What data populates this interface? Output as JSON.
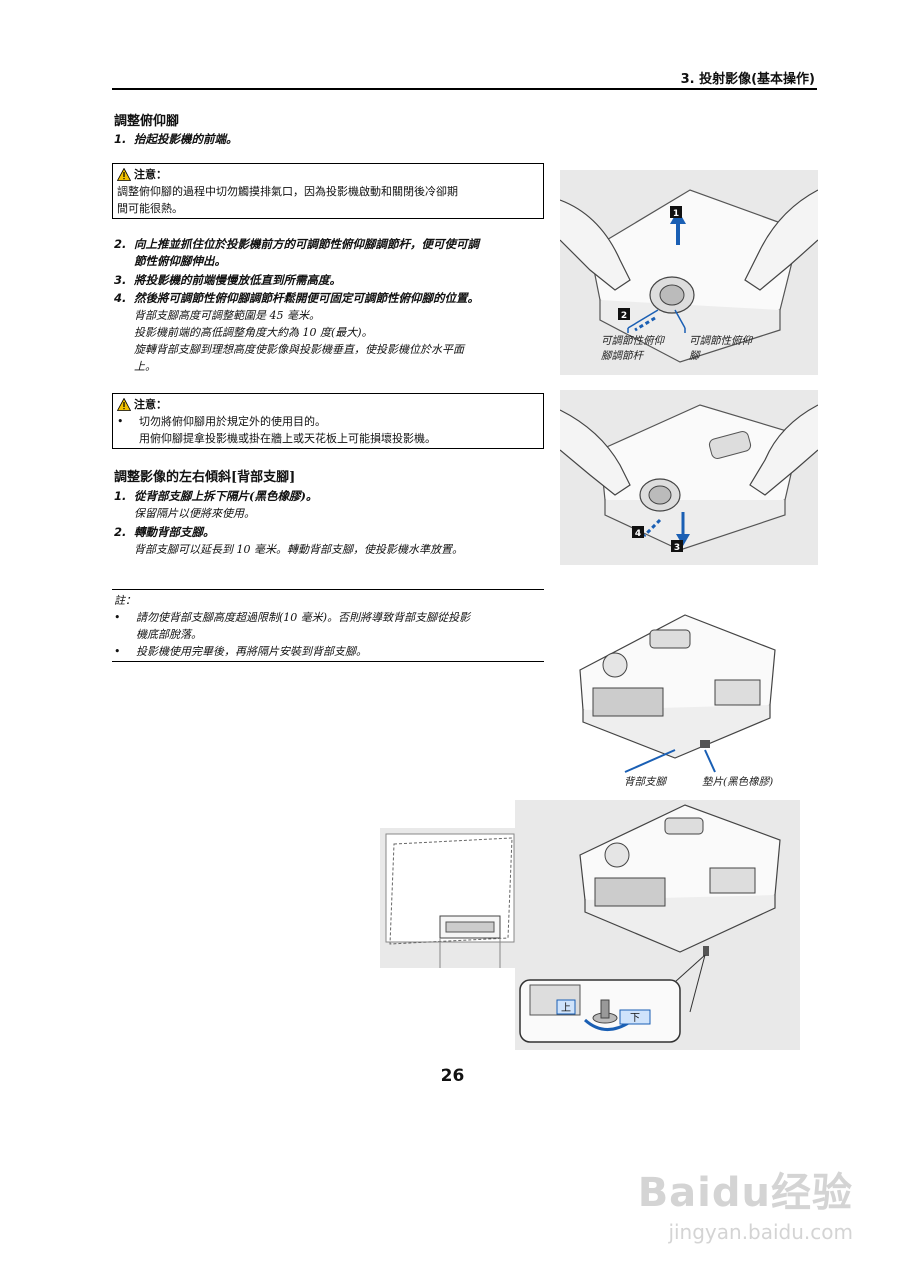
{
  "header": {
    "title": "3. 投射影像(基本操作)"
  },
  "section1": {
    "title": "調整俯仰腳",
    "step1": {
      "num": "1.",
      "text": "抬起投影機的前端。"
    },
    "caution1": {
      "label": "注意：",
      "line1": "調整俯仰腳的過程中切勿觸摸排氣口，因為投影機啟動和關閉後冷卻期",
      "line2": "間可能很熱。"
    },
    "step2": {
      "num": "2.",
      "line1": "向上推並抓住位於投影機前方的可調節性俯仰腳調節杆，便可使可調",
      "line2": "節性俯仰腳伸出。"
    },
    "step3": {
      "num": "3.",
      "text": "將投影機的前端慢慢放低直到所需高度。"
    },
    "step4": {
      "num": "4.",
      "text": "然後將可調節性俯仰腳調節杆鬆開便可固定可調節性俯仰腳的位置。"
    },
    "step4_sub": [
      "背部支腳高度可調整範圍是 45 毫米。",
      "投影機前端的高低調整角度大約為 10 度(最大)。",
      "旋轉背部支腳到理想高度使影像與投影機垂直，使投影機位於水平面",
      "上。"
    ],
    "caution2": {
      "label": "注意：",
      "bullet": "•",
      "line1": "切勿將俯仰腳用於規定外的使用目的。",
      "line2": "用俯仰腳提拿投影機或掛在牆上或天花板上可能損壞投影機。"
    }
  },
  "section2": {
    "title": "調整影像的左右傾斜[背部支腳]",
    "step1": {
      "num": "1.",
      "text": "從背部支腳上拆下隔片(黑色橡膠)。",
      "sub": "保留隔片以便將來使用。"
    },
    "step2": {
      "num": "2.",
      "text": "轉動背部支腳。",
      "sub": "背部支腳可以延長到 10 毫米。轉動背部支腳，使投影機水準放置。"
    }
  },
  "notes": {
    "label": "註：",
    "bullet": "•",
    "item1_line1": "請勿使背部支腳高度超過限制(10 毫米)。否則將導致背部支腳從投影",
    "item1_line2": "機底部脫落。",
    "item2": "投影機使用完畢後，再將隔片安裝到背部支腳。"
  },
  "figures": {
    "fig1": {
      "callout1": "1",
      "callout2": "2",
      "label_lever_line1": "可調節性俯仰",
      "label_lever_line2": "腳調節杆",
      "label_foot_line1": "可調節性俯仰",
      "label_foot_line2": "腳"
    },
    "fig2": {
      "callout3": "3",
      "callout4": "4"
    },
    "fig3": {
      "label_rear_foot": "背部支腳",
      "label_spacer": "墊片(黑色橡膠)"
    },
    "fig4": {
      "label_up": "上",
      "label_down": "下"
    }
  },
  "footer": {
    "page_number": "26"
  },
  "watermark": {
    "brand": "Baidu经验",
    "url": "jingyan.baidu.com"
  }
}
